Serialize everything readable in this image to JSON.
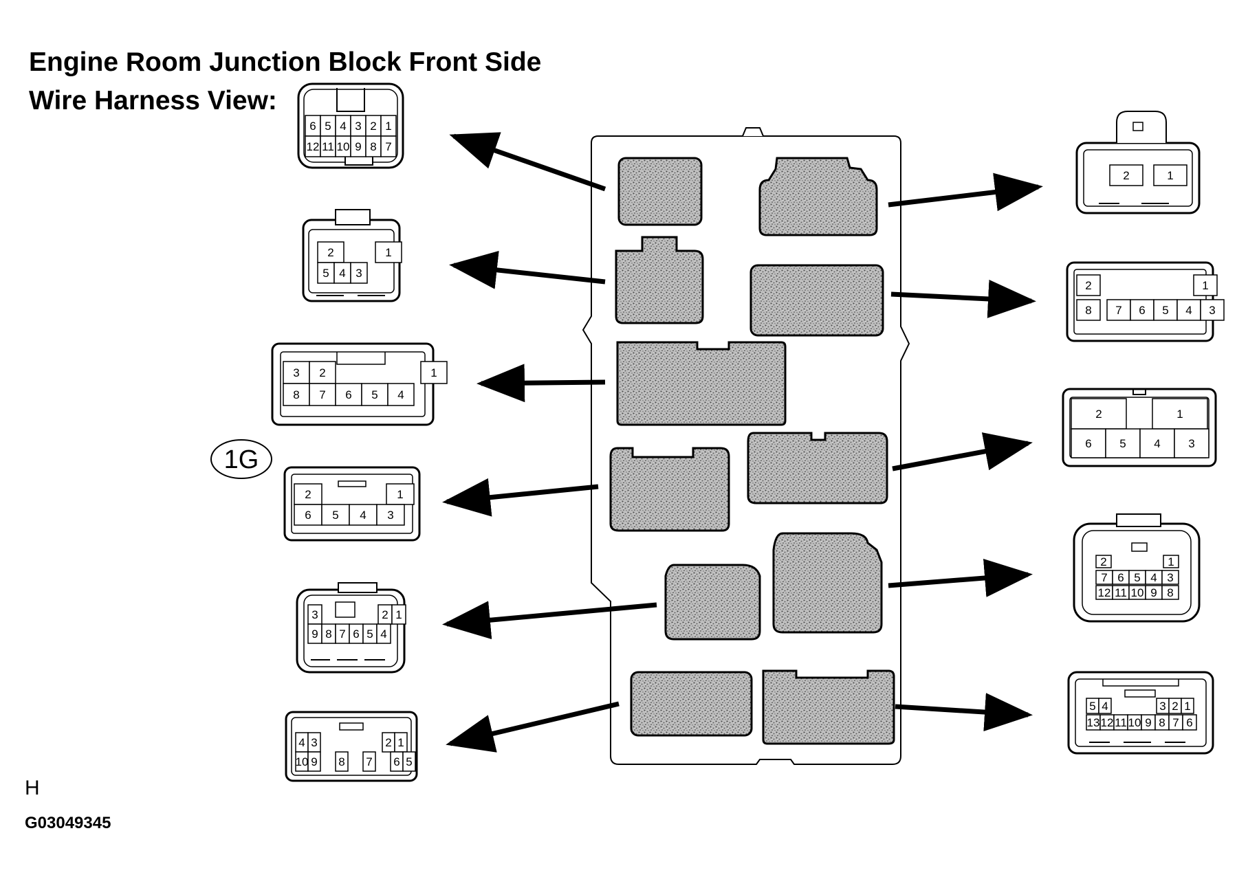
{
  "title": {
    "line1": "Engine Room Junction Block Front Side",
    "line2": "Wire Harness View:"
  },
  "callout_label": "1G",
  "corner_letter": "H",
  "figure_id": "G03049345",
  "fill_pattern": "stipple",
  "connectors": {
    "left": [
      {
        "rows": [
          [
            "6",
            "5",
            "4",
            "3",
            "2",
            "1"
          ],
          [
            "12",
            "11",
            "10",
            "9",
            "8",
            "7"
          ]
        ]
      },
      {
        "rows": [
          [
            "2",
            "1"
          ],
          [
            "5",
            "4",
            "3"
          ]
        ]
      },
      {
        "rows": [
          [
            "3",
            "2",
            "1"
          ],
          [
            "8",
            "7",
            "6",
            "5",
            "4"
          ]
        ]
      },
      {
        "rows": [
          [
            "2",
            "1"
          ],
          [
            "6",
            "5",
            "4",
            "3"
          ]
        ]
      },
      {
        "rows": [
          [
            "3",
            "2",
            "1"
          ],
          [
            "9",
            "8",
            "7",
            "6",
            "5",
            "4"
          ]
        ]
      },
      {
        "rows": [
          [
            "4",
            "3",
            "2",
            "1"
          ],
          [
            "10",
            "9",
            "8",
            "7",
            "6",
            "5"
          ]
        ]
      }
    ],
    "right": [
      {
        "rows": [
          [
            "2",
            "1"
          ]
        ]
      },
      {
        "rows": [
          [
            "2",
            "1"
          ],
          [
            "8",
            "7",
            "6",
            "5",
            "4",
            "3"
          ]
        ]
      },
      {
        "rows": [
          [
            "2",
            "1"
          ],
          [
            "6",
            "5",
            "4",
            "3"
          ]
        ]
      },
      {
        "rows": [
          [
            "2",
            "1"
          ],
          [
            "7",
            "6",
            "5",
            "4",
            "3"
          ],
          [
            "12",
            "11",
            "10",
            "9",
            "8"
          ]
        ]
      },
      {
        "rows": [
          [
            "5",
            "4",
            "3",
            "2",
            "1"
          ],
          [
            "13",
            "12",
            "11",
            "10",
            "9",
            "8",
            "7",
            "6"
          ]
        ]
      }
    ]
  }
}
